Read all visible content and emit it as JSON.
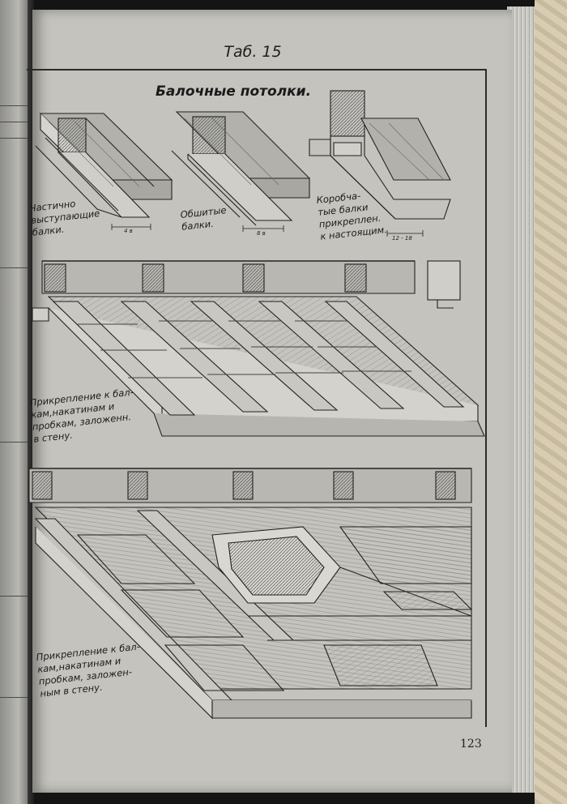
{
  "page": {
    "table_label": "Таб. 15",
    "heading": "Балочные потолки.",
    "page_number": "123"
  },
  "figures": {
    "partial_beams": {
      "caption": [
        "Частично",
        "выступающие",
        "балки."
      ],
      "dimension": "4 в"
    },
    "clad_beams": {
      "caption": [
        "Обшитые",
        "балки."
      ],
      "dimension": "8 в"
    },
    "box_beams": {
      "caption": [
        "Коробча-",
        "тые балки",
        "прикреплен.",
        "к настоящим."
      ],
      "dimension": "12 - 18"
    },
    "ceiling_middle": {
      "caption": [
        "Прикрепление к бал-",
        "кам,накатинам и",
        "пробкам, заложенн.",
        "в стену."
      ]
    },
    "ceiling_bottom": {
      "caption": [
        "Прикрепление к бал-",
        "кам,накатинам и",
        "пробкам, заложен-",
        "ным в стену."
      ]
    }
  }
}
